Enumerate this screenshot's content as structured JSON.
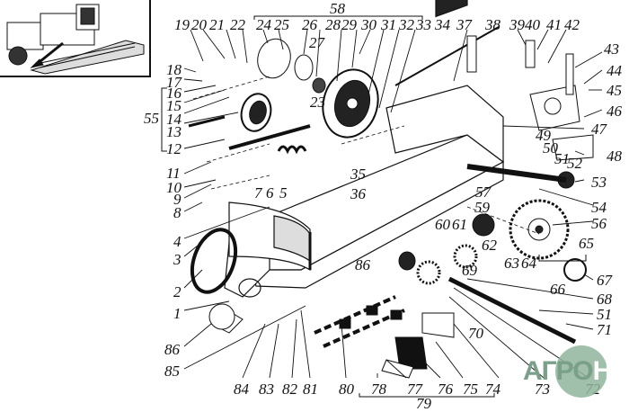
{
  "diagram": {
    "title": "Exploded parts view – combine header / feeder housing assembly",
    "inset": {
      "subject": "combine-harvester-icon",
      "pointer": "arrow-to-header"
    },
    "group_brackets": [
      {
        "label": "58",
        "members": [
          "24",
          "25",
          "26",
          "27",
          "28",
          "29",
          "30",
          "31",
          "32",
          "33",
          "34"
        ]
      },
      {
        "label": "55",
        "members": [
          "13",
          "14",
          "15",
          "16"
        ]
      },
      {
        "label": "65",
        "members": [
          "66",
          "67"
        ]
      },
      {
        "label": "79",
        "members": [
          "74",
          "75",
          "76",
          "77",
          "78"
        ]
      }
    ],
    "labels": [
      {
        "id": "19",
        "text": "19"
      },
      {
        "id": "20",
        "text": "20"
      },
      {
        "id": "21",
        "text": "21"
      },
      {
        "id": "22",
        "text": "22"
      },
      {
        "id": "24",
        "text": "24"
      },
      {
        "id": "25",
        "text": "25"
      },
      {
        "id": "26",
        "text": "26"
      },
      {
        "id": "27",
        "text": "27"
      },
      {
        "id": "28",
        "text": "28"
      },
      {
        "id": "29",
        "text": "29"
      },
      {
        "id": "30",
        "text": "30"
      },
      {
        "id": "31",
        "text": "31"
      },
      {
        "id": "32",
        "text": "32"
      },
      {
        "id": "33",
        "text": "33"
      },
      {
        "id": "34",
        "text": "34"
      },
      {
        "id": "37",
        "text": "37"
      },
      {
        "id": "38",
        "text": "38"
      },
      {
        "id": "39",
        "text": "39"
      },
      {
        "id": "40",
        "text": "40"
      },
      {
        "id": "41",
        "text": "41"
      },
      {
        "id": "42",
        "text": "42"
      },
      {
        "id": "43",
        "text": "43"
      },
      {
        "id": "44",
        "text": "44"
      },
      {
        "id": "45",
        "text": "45"
      },
      {
        "id": "46",
        "text": "46"
      },
      {
        "id": "47",
        "text": "47"
      },
      {
        "id": "48",
        "text": "48"
      },
      {
        "id": "49",
        "text": "49"
      },
      {
        "id": "50",
        "text": "50"
      },
      {
        "id": "51a",
        "text": "51"
      },
      {
        "id": "52",
        "text": "52"
      },
      {
        "id": "53",
        "text": "53"
      },
      {
        "id": "54",
        "text": "54"
      },
      {
        "id": "56",
        "text": "56"
      },
      {
        "id": "57",
        "text": "57"
      },
      {
        "id": "59",
        "text": "59"
      },
      {
        "id": "60",
        "text": "60"
      },
      {
        "id": "61",
        "text": "61"
      },
      {
        "id": "62",
        "text": "62"
      },
      {
        "id": "63",
        "text": "63"
      },
      {
        "id": "64",
        "text": "64"
      },
      {
        "id": "66",
        "text": "66"
      },
      {
        "id": "67",
        "text": "67"
      },
      {
        "id": "68",
        "text": "68"
      },
      {
        "id": "69",
        "text": "69"
      },
      {
        "id": "70",
        "text": "70"
      },
      {
        "id": "51b",
        "text": "51"
      },
      {
        "id": "71",
        "text": "71"
      },
      {
        "id": "72",
        "text": "72"
      },
      {
        "id": "73",
        "text": "73"
      },
      {
        "id": "74",
        "text": "74"
      },
      {
        "id": "75",
        "text": "75"
      },
      {
        "id": "76",
        "text": "76"
      },
      {
        "id": "77",
        "text": "77"
      },
      {
        "id": "78",
        "text": "78"
      },
      {
        "id": "80",
        "text": "80"
      },
      {
        "id": "81",
        "text": "81"
      },
      {
        "id": "82",
        "text": "82"
      },
      {
        "id": "83",
        "text": "83"
      },
      {
        "id": "84",
        "text": "84"
      },
      {
        "id": "85",
        "text": "85"
      },
      {
        "id": "86a",
        "text": "86"
      },
      {
        "id": "86b",
        "text": "86"
      },
      {
        "id": "1",
        "text": "1"
      },
      {
        "id": "2",
        "text": "2"
      },
      {
        "id": "3",
        "text": "3"
      },
      {
        "id": "4",
        "text": "4"
      },
      {
        "id": "5",
        "text": "5"
      },
      {
        "id": "6",
        "text": "6"
      },
      {
        "id": "7",
        "text": "7"
      },
      {
        "id": "8",
        "text": "8"
      },
      {
        "id": "9",
        "text": "9"
      },
      {
        "id": "10",
        "text": "10"
      },
      {
        "id": "11",
        "text": "11"
      },
      {
        "id": "12",
        "text": "12"
      },
      {
        "id": "13",
        "text": "13"
      },
      {
        "id": "14",
        "text": "14"
      },
      {
        "id": "15",
        "text": "15"
      },
      {
        "id": "16",
        "text": "16"
      },
      {
        "id": "17",
        "text": "17"
      },
      {
        "id": "18",
        "text": "18"
      },
      {
        "id": "23",
        "text": "23"
      },
      {
        "id": "35",
        "text": "35"
      },
      {
        "id": "36",
        "text": "36"
      },
      {
        "id": "58",
        "text": "58"
      },
      {
        "id": "55",
        "text": "55"
      },
      {
        "id": "65",
        "text": "65"
      },
      {
        "id": "79",
        "text": "79"
      }
    ],
    "watermark": {
      "prefix": "АГРО",
      "suffix": "НКА",
      "color": "#8fb59c"
    }
  }
}
